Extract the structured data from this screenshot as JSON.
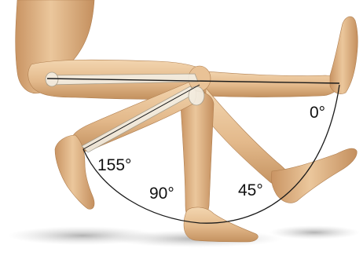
{
  "diagram": {
    "angles": [
      {
        "id": "flexion-155",
        "label": "155°",
        "value": 155
      },
      {
        "id": "flexion-90",
        "label": "90°",
        "value": 90
      },
      {
        "id": "flexion-45",
        "label": "45°",
        "value": 45
      },
      {
        "id": "extension-0",
        "label": "0°",
        "value": 0
      }
    ]
  },
  "colors": {
    "skin": "#e8c49a",
    "skin_shadow": "#c99a6c",
    "skin_dark": "#a87448",
    "bone": "#f2efe6",
    "line": "#1a1a1a",
    "floor_shadow": "#bdbdbd"
  }
}
